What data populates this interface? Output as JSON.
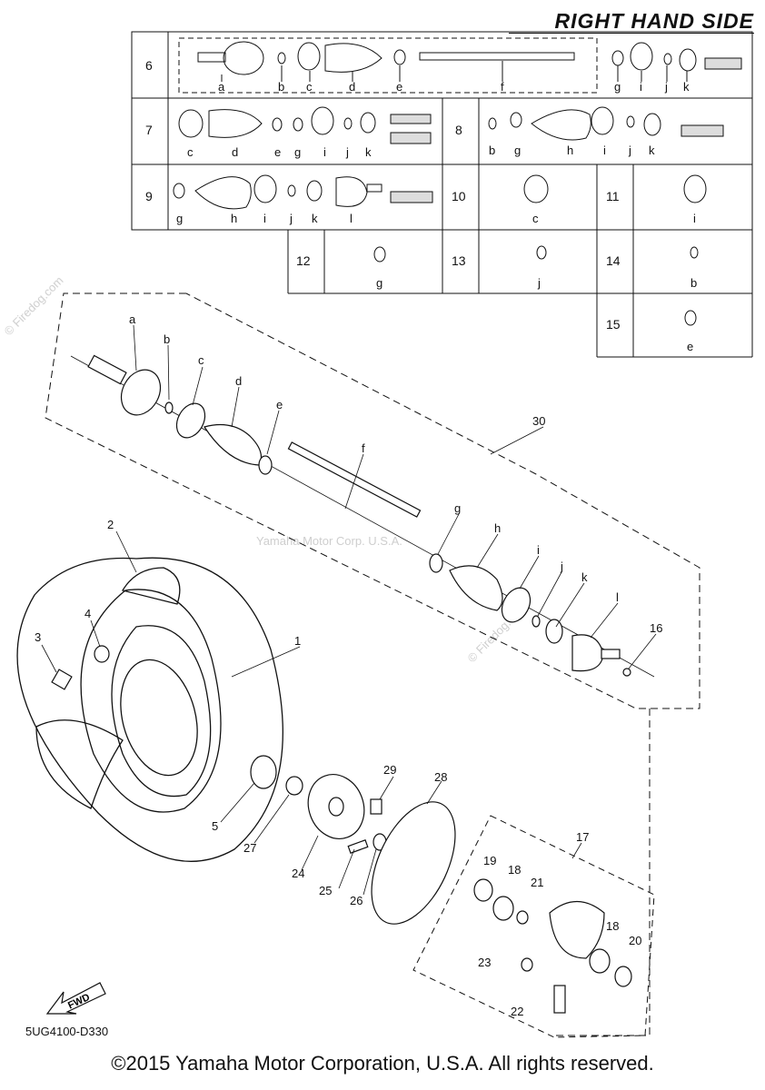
{
  "header": {
    "title": "RIGHT HAND SIDE"
  },
  "kit_table": {
    "rows": [
      {
        "key": "6",
        "parts": [
          "a",
          "b",
          "c",
          "d",
          "e",
          "f",
          "g",
          "i",
          "j",
          "k"
        ]
      },
      {
        "key": "7",
        "parts": [
          "c",
          "d",
          "e",
          "g",
          "i",
          "j",
          "k"
        ]
      },
      {
        "key": "8",
        "parts": [
          "b",
          "g",
          "h",
          "i",
          "j",
          "k"
        ]
      },
      {
        "key": "9",
        "parts": [
          "g",
          "h",
          "i",
          "j",
          "k",
          "l"
        ]
      },
      {
        "key": "10",
        "parts": [
          "c"
        ]
      },
      {
        "key": "11",
        "parts": [
          "i"
        ]
      },
      {
        "key": "12",
        "parts": [
          "g"
        ]
      },
      {
        "key": "13",
        "parts": [
          "j"
        ]
      },
      {
        "key": "14",
        "parts": [
          "b"
        ]
      },
      {
        "key": "15",
        "parts": [
          "e"
        ]
      }
    ]
  },
  "callouts": [
    "1",
    "2",
    "3",
    "4",
    "5",
    "16",
    "17",
    "18",
    "19",
    "20",
    "21",
    "22",
    "23",
    "24",
    "25",
    "26",
    "27",
    "28",
    "29",
    "30"
  ],
  "letters": [
    "a",
    "b",
    "c",
    "d",
    "e",
    "f",
    "g",
    "h",
    "i",
    "j",
    "k",
    "l"
  ],
  "watermark": {
    "center": "Yamaha Motor Corp. U.S.A.",
    "firedog_a": "© Firedog.com",
    "firedog_b": "© Firedog.com"
  },
  "footer": {
    "code": "5UG4100-D330",
    "fwd": "FWD",
    "copyright": "©2015 Yamaha Motor Corporation, U.S.A. All rights reserved."
  }
}
